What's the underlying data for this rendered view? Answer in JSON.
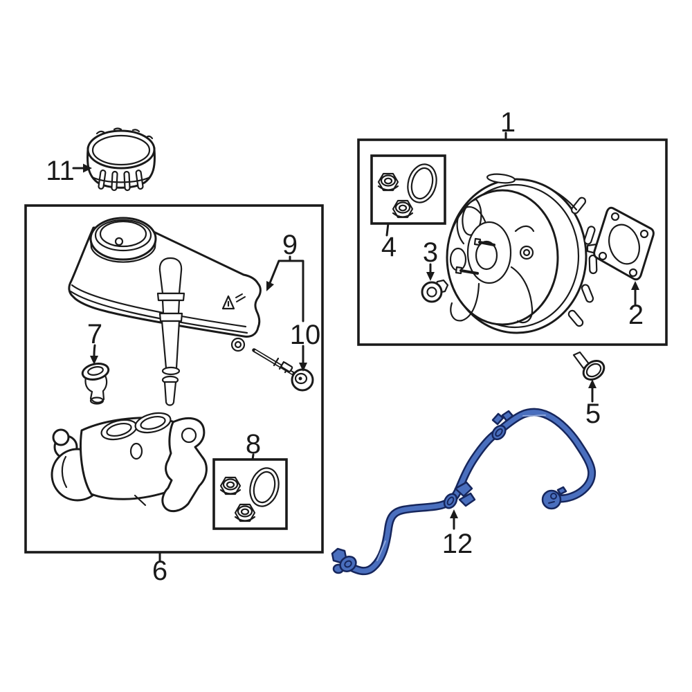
{
  "diagram": {
    "colors": {
      "bg": "#ffffff",
      "ink": "#1a1a1a",
      "hose_fill": "#4a6fbe",
      "hose_outline": "#16265c"
    },
    "callouts": [
      {
        "label": "1"
      },
      {
        "label": "2"
      },
      {
        "label": "3"
      },
      {
        "label": "4"
      },
      {
        "label": "5"
      },
      {
        "label": "6"
      },
      {
        "label": "7"
      },
      {
        "label": "8"
      },
      {
        "label": "9"
      },
      {
        "label": "10"
      },
      {
        "label": "11"
      },
      {
        "label": "12"
      }
    ],
    "highlighted_callout": "12"
  }
}
